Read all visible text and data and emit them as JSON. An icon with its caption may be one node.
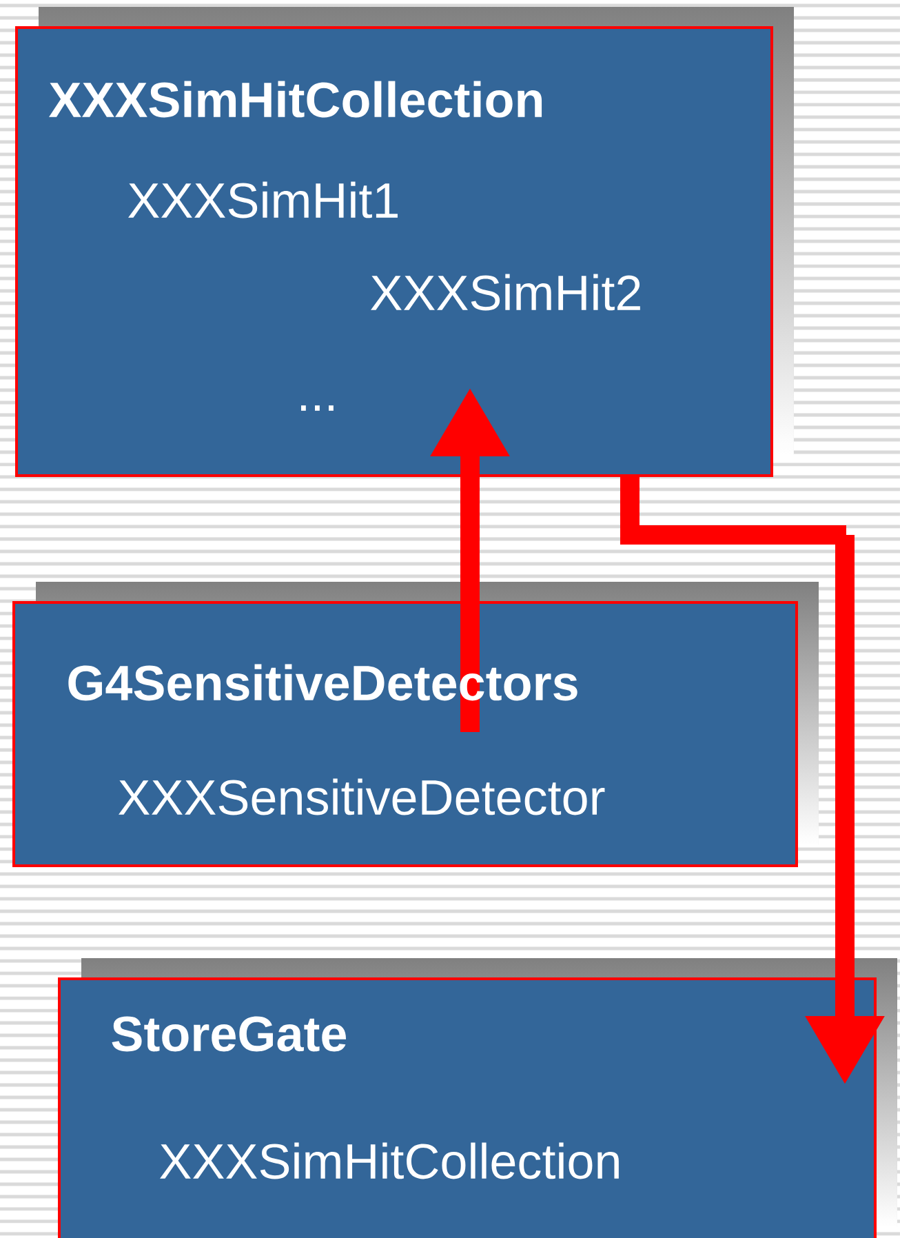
{
  "diagram": {
    "nodes": [
      {
        "text": [
          "XXXSimHitCollection",
          "XXXSimHit1",
          "XXXSimHit2",
          "..."
        ]
      },
      {
        "text": [
          "G4SensitiveDetectors",
          "XXXSensitiveDetector"
        ]
      },
      {
        "text": [
          "StoreGate",
          "XXXSimHitCollection"
        ]
      }
    ],
    "edges": [
      {
        "from": 1,
        "to": 0,
        "arrow": "to"
      },
      {
        "from": 0,
        "to": 2,
        "arrow": "to"
      }
    ]
  }
}
